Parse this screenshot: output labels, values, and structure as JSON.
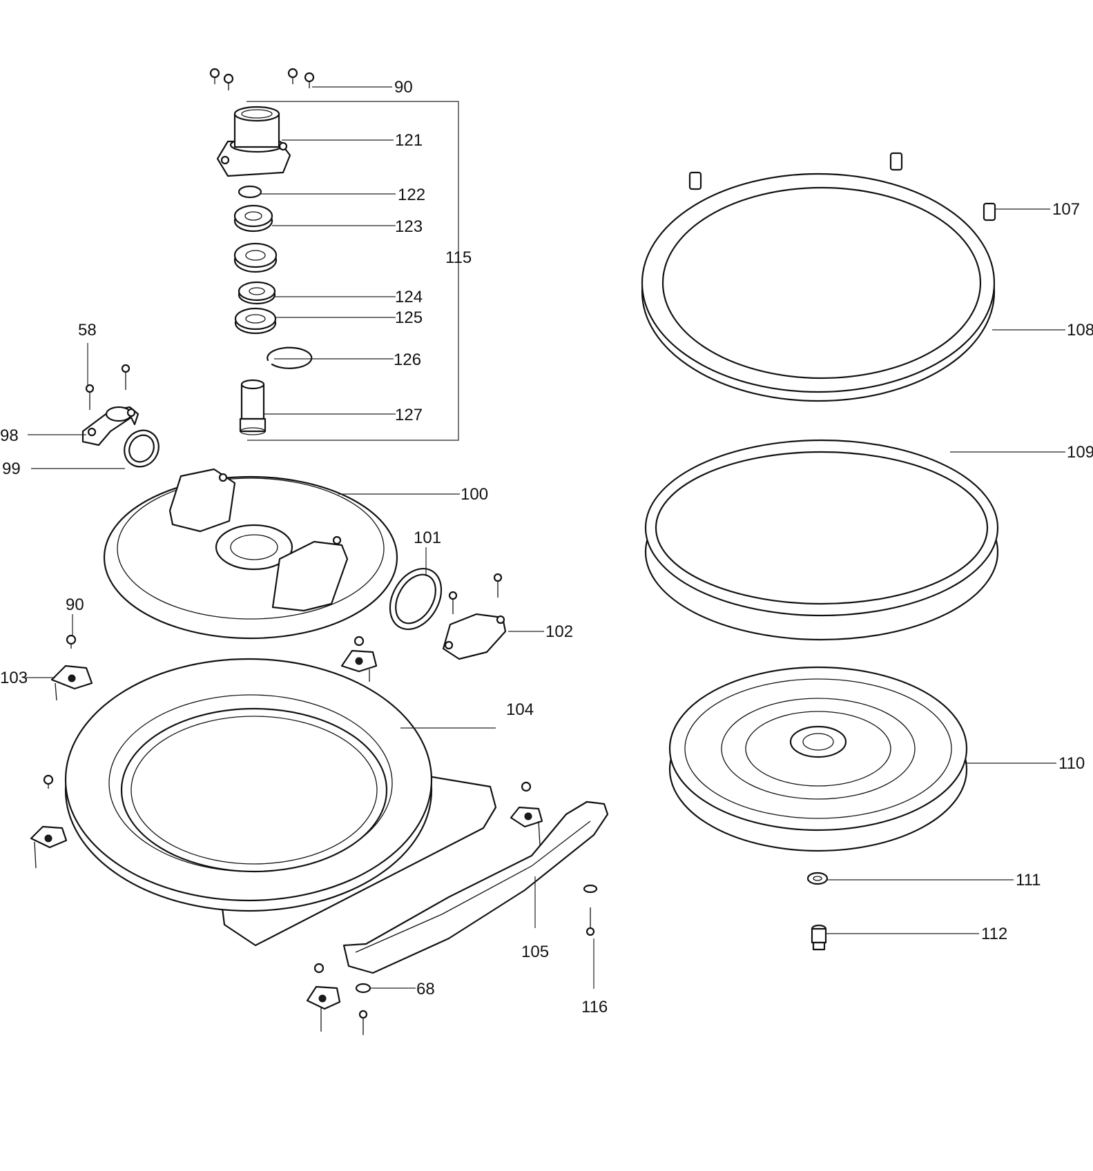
{
  "callouts": {
    "c90a": "90",
    "c121": "121",
    "c122": "122",
    "c123": "123",
    "c115": "115",
    "c124": "124",
    "c125": "125",
    "c126": "126",
    "c127": "127",
    "c58": "58",
    "c98": "98",
    "c99": "99",
    "c100": "100",
    "c101": "101",
    "c102": "102",
    "c90b": "90",
    "c103": "103",
    "c104": "104",
    "c105": "105",
    "c68": "68",
    "c116": "116",
    "c107": "107",
    "c108": "108",
    "c109": "109",
    "c110": "110",
    "c111": "111",
    "c112": "112"
  }
}
